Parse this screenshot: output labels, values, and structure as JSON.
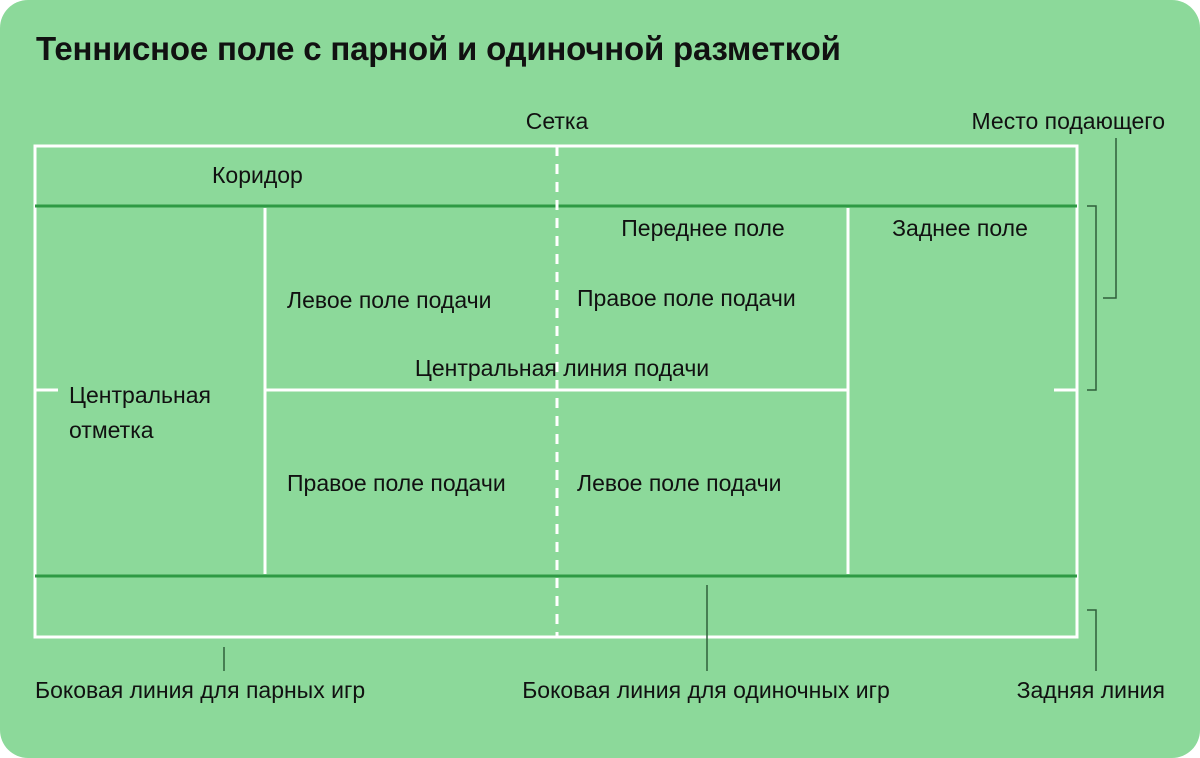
{
  "title": "Теннисное поле с парной и одиночной разметкой",
  "colors": {
    "background": "#8cd99a",
    "court_line": "#ffffff",
    "singles_line": "#2e9a44",
    "leader": "#2f5f3a",
    "text": "#111111"
  },
  "labels": {
    "net": "Сетка",
    "server_spot": "Место подающего",
    "alley": "Коридор",
    "front_court": "Переднее поле",
    "back_court": "Заднее поле",
    "left_service_top": "Левое поле подачи",
    "right_service_top": "Правое поле подачи",
    "center_service_line": "Центральная линия подачи",
    "center_mark": [
      "Центральная",
      "отметка"
    ],
    "right_service_bottom": "Правое поле подачи",
    "left_service_bottom": "Левое поле подачи",
    "doubles_sideline": "Боковая линия для парных игр",
    "singles_sideline": "Боковая линия для одиночных игр",
    "baseline": "Задняя линия"
  }
}
